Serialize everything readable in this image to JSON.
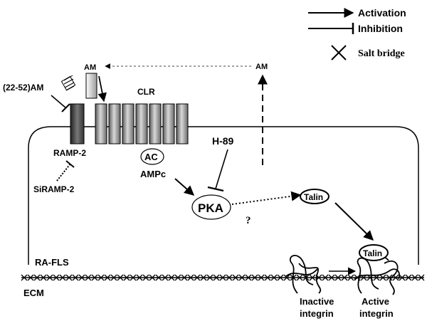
{
  "legend": {
    "activation": "Activation",
    "inhibition": "Inhibition",
    "salt_bridge": "Salt bridge"
  },
  "labels": {
    "am_left": "AM",
    "am_right": "AM",
    "antagonist": "(22-52)AM",
    "clr": "CLR",
    "ramp2": "RAMP-2",
    "sirnap": "SiRAMP-2",
    "ac": "AC",
    "ampc": "AMPc",
    "h89": "H-89",
    "pka": "PKA",
    "question": "?",
    "talin_top": "Talin",
    "talin_bottom": "Talin",
    "ra_fls": "RA-FLS",
    "ecm": "ECM",
    "inactive_1": "Inactive",
    "inactive_2": "integrin",
    "active_1": "Active",
    "active_2": "integrin"
  }
}
